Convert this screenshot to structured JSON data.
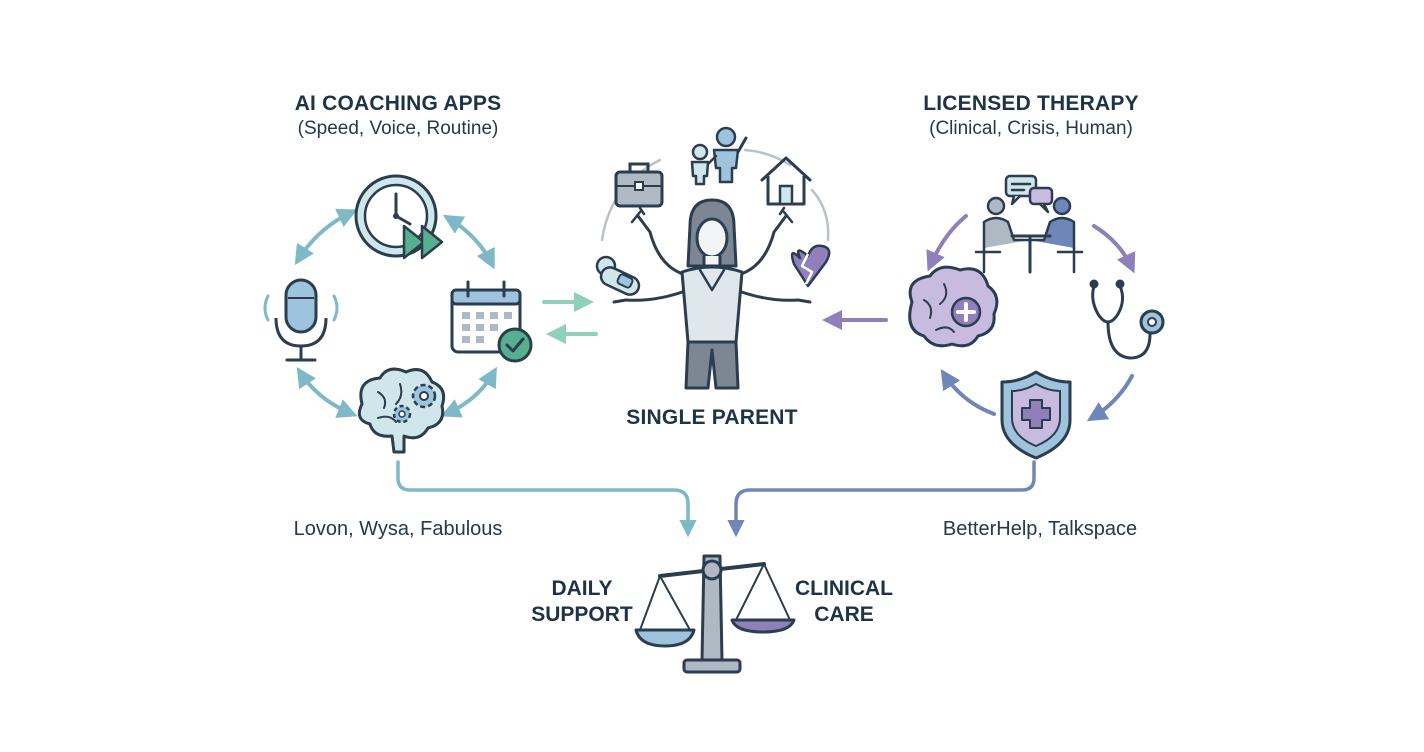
{
  "left_group": {
    "title": "AI COACHING APPS",
    "subtitle": "(Speed, Voice, Routine)",
    "examples": "Lovon, Wysa, Fabulous",
    "icons": [
      "clock-fast-forward-icon",
      "microphone-icon",
      "calendar-check-icon",
      "brain-gears-icon"
    ]
  },
  "center": {
    "label": "SINGLE PARENT",
    "icons": [
      "briefcase-icon",
      "family-icon",
      "house-icon",
      "broken-heart-icon",
      "baby-bottle-icon",
      "multitasking-parent-icon"
    ]
  },
  "right_group": {
    "title": "LICENSED THERAPY",
    "subtitle": "(Clinical, Crisis, Human)",
    "examples": "BetterHelp, Talkspace",
    "icons": [
      "therapy-session-icon",
      "stethoscope-icon",
      "shield-cross-icon",
      "brain-plus-icon"
    ]
  },
  "balance": {
    "left_label_1": "DAILY",
    "left_label_2": "SUPPORT",
    "right_label_1": "CLINICAL",
    "right_label_2": "CARE",
    "icon": "balance-scale-icon"
  },
  "colors": {
    "text": "#1f3346",
    "outline": "#2b3d4f",
    "teal": "#7fb8c6",
    "teal_light": "#cfe6ea",
    "mint": "#8fd0b8",
    "green_check": "#56b08f",
    "purple": "#8f7fba",
    "purple_light": "#c7bce0",
    "blue_arrow": "#6f86b8",
    "gray_fill": "#dfe6ec"
  }
}
